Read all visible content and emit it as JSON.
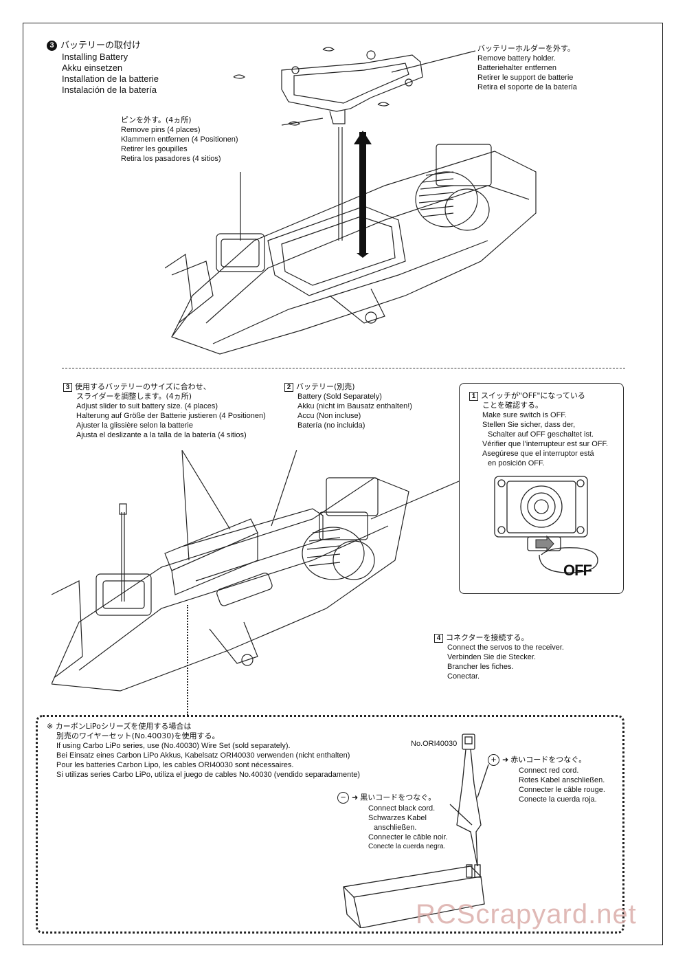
{
  "step3": {
    "number": "3",
    "lines": [
      "バッテリーの取付け",
      "Installing Battery",
      "Akku einsetzen",
      "Installation de la batterie",
      "Instalación de la batería"
    ]
  },
  "remove_holder": [
    "バッテリーホルダーを外す。",
    "Remove battery holder.",
    "Batteriehalter entfernen",
    "Retirer le support de batterie",
    "Retira el soporte de la batería"
  ],
  "remove_pins": [
    "ピンを外す。(4ヵ所)",
    "Remove pins (4 places)",
    "Klammern entfernen (4 Positionen)",
    "Retirer les goupilles",
    "Retira los pasadores (4 sitios)"
  ],
  "sub3": {
    "number": "3",
    "lines": [
      "使用するバッテリーのサイズに合わせ、",
      "スライダーを調整します。(4ヵ所)",
      "Adjust slider to suit battery size. (4 places)",
      "Halterung auf Größe der Batterie justieren (4 Positionen)",
      "Ajuster la glissière selon la batterie",
      "Ajusta el deslizante a la talla de la batería (4 sitios)"
    ]
  },
  "sub2": {
    "number": "2",
    "lines": [
      "バッテリー(別売)",
      "Battery (Sold Separately)",
      "Akku (nicht im Bausatz enthalten!)",
      "Accu (Non incluse)",
      "Batería (no incluida)"
    ]
  },
  "sub1": {
    "number": "1",
    "lines": [
      "スイッチが\"OFF\"になっている",
      "ことを確認する。",
      "Make sure switch is OFF.",
      "Stellen Sie sicher, dass der,",
      "Schalter auf OFF geschaltet ist.",
      "Vérifier que l'interrupteur est sur OFF.",
      "Asegúrese que el interruptor está",
      "en posición OFF."
    ],
    "off_label": "OFF"
  },
  "sub4": {
    "number": "4",
    "lines": [
      "コネクターを接続する。",
      "Connect the servos to the receiver.",
      "Verbinden Sie die Stecker.",
      "Brancher les fiches.",
      "Conectar."
    ]
  },
  "note": {
    "lines": [
      "※ カーボンLiPoシリーズを使用する場合は",
      "別売のワイヤーセット(No.40030)を使用する。",
      "If using Carbo LiPo series, use (No.40030) Wire Set (sold separately).",
      "Bei Einsatz eines Carbon LiPo Akkus, Kabelsatz ORI40030 verwenden (nicht enthalten)",
      "Pour les batteries Carbon Lipo, les cables ORI40030 sont  nécessaires.",
      "Si utilizas series Carbo LiPo, utiliza el juego de cables No.40030 (vendido separadamente)"
    ]
  },
  "part_no": "No.ORI40030",
  "red_cord": {
    "symbol": "+",
    "lines": [
      "赤いコードをつなぐ。",
      "Connect red cord.",
      "Rotes Kabel anschließen.",
      "Connecter le câble rouge.",
      "Conecte la cuerda roja."
    ]
  },
  "black_cord": {
    "symbol": "−",
    "lines": [
      "黒いコードをつなぐ。",
      "Connect black cord.",
      "Schwarzes Kabel",
      "anschließen.",
      "Connecter le câble noir.",
      "Conecte la cuerda negra."
    ]
  },
  "watermark": "RCScrapyard.net"
}
